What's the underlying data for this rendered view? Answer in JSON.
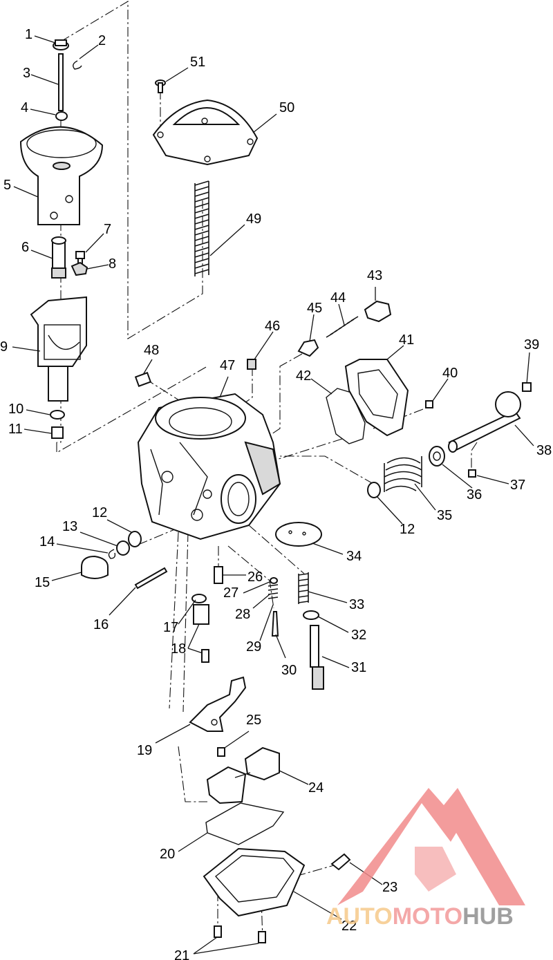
{
  "callouts": [
    "1",
    "2",
    "3",
    "4",
    "5",
    "6",
    "7",
    "8",
    "9",
    "10",
    "11",
    "12",
    "13",
    "14",
    "15",
    "16",
    "17",
    "18",
    "19",
    "20",
    "21",
    "22",
    "23",
    "24",
    "25",
    "26",
    "27",
    "28",
    "29",
    "30",
    "31",
    "32",
    "33",
    "34",
    "35",
    "36",
    "37",
    "38",
    "39",
    "40",
    "41",
    "42",
    "43",
    "44",
    "45",
    "46",
    "47",
    "48",
    "49",
    "50",
    "51",
    "12"
  ],
  "watermark": {
    "brand_part1": "AUTO",
    "brand_part2": "MOTO",
    "brand_part3": "HUB",
    "colors": {
      "auto": "#f6c98a",
      "moto": "#f39a9a",
      "hub": "#8f8f8f",
      "logo": "#f28b8b"
    }
  }
}
